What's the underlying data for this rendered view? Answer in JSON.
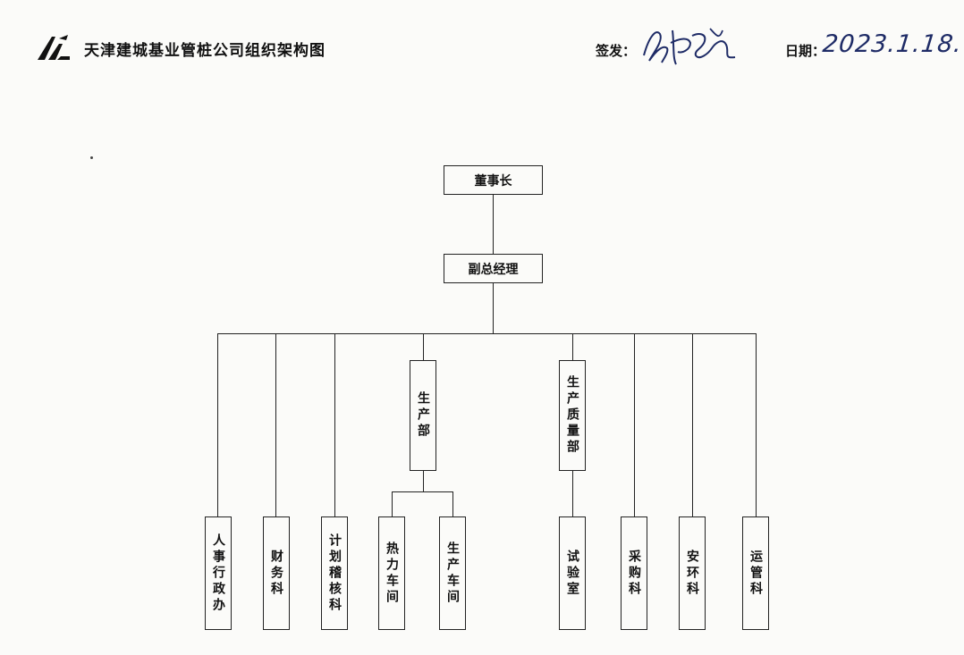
{
  "header": {
    "logo_icon": "company-logo-icon",
    "title": "天津建城基业管桩公司组织架构图",
    "sign_label": "签发：",
    "date_label": "日期：",
    "date_value": "2023.1.18."
  },
  "org_chart": {
    "root": {
      "label": "董事长"
    },
    "deputy": {
      "label": "副总经理"
    },
    "departments": [
      {
        "label": "人事行政办"
      },
      {
        "label": "财务科"
      },
      {
        "label": "计划稽核科"
      },
      {
        "label": "生产部",
        "children": [
          {
            "label": "热力车间"
          },
          {
            "label": "生产车间"
          }
        ]
      },
      {
        "label": "生产质量部",
        "children": [
          {
            "label": "试验室"
          }
        ]
      },
      {
        "label": "采购科"
      },
      {
        "label": "安环科"
      },
      {
        "label": "运管科"
      }
    ]
  }
}
